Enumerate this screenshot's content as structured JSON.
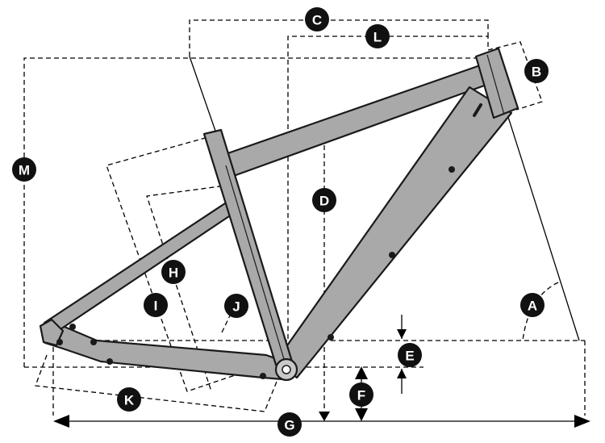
{
  "labels": {
    "A": "A",
    "B": "B",
    "C": "C",
    "D": "D",
    "E": "E",
    "F": "F",
    "G": "G",
    "H": "H",
    "I": "I",
    "J": "J",
    "K": "K",
    "L": "L",
    "M": "M"
  },
  "colors": {
    "frame": "#a9a9a9",
    "outline": "#1a1a1a",
    "badge": "#111111",
    "badge_text": "#ffffff",
    "background": "#ffffff"
  }
}
